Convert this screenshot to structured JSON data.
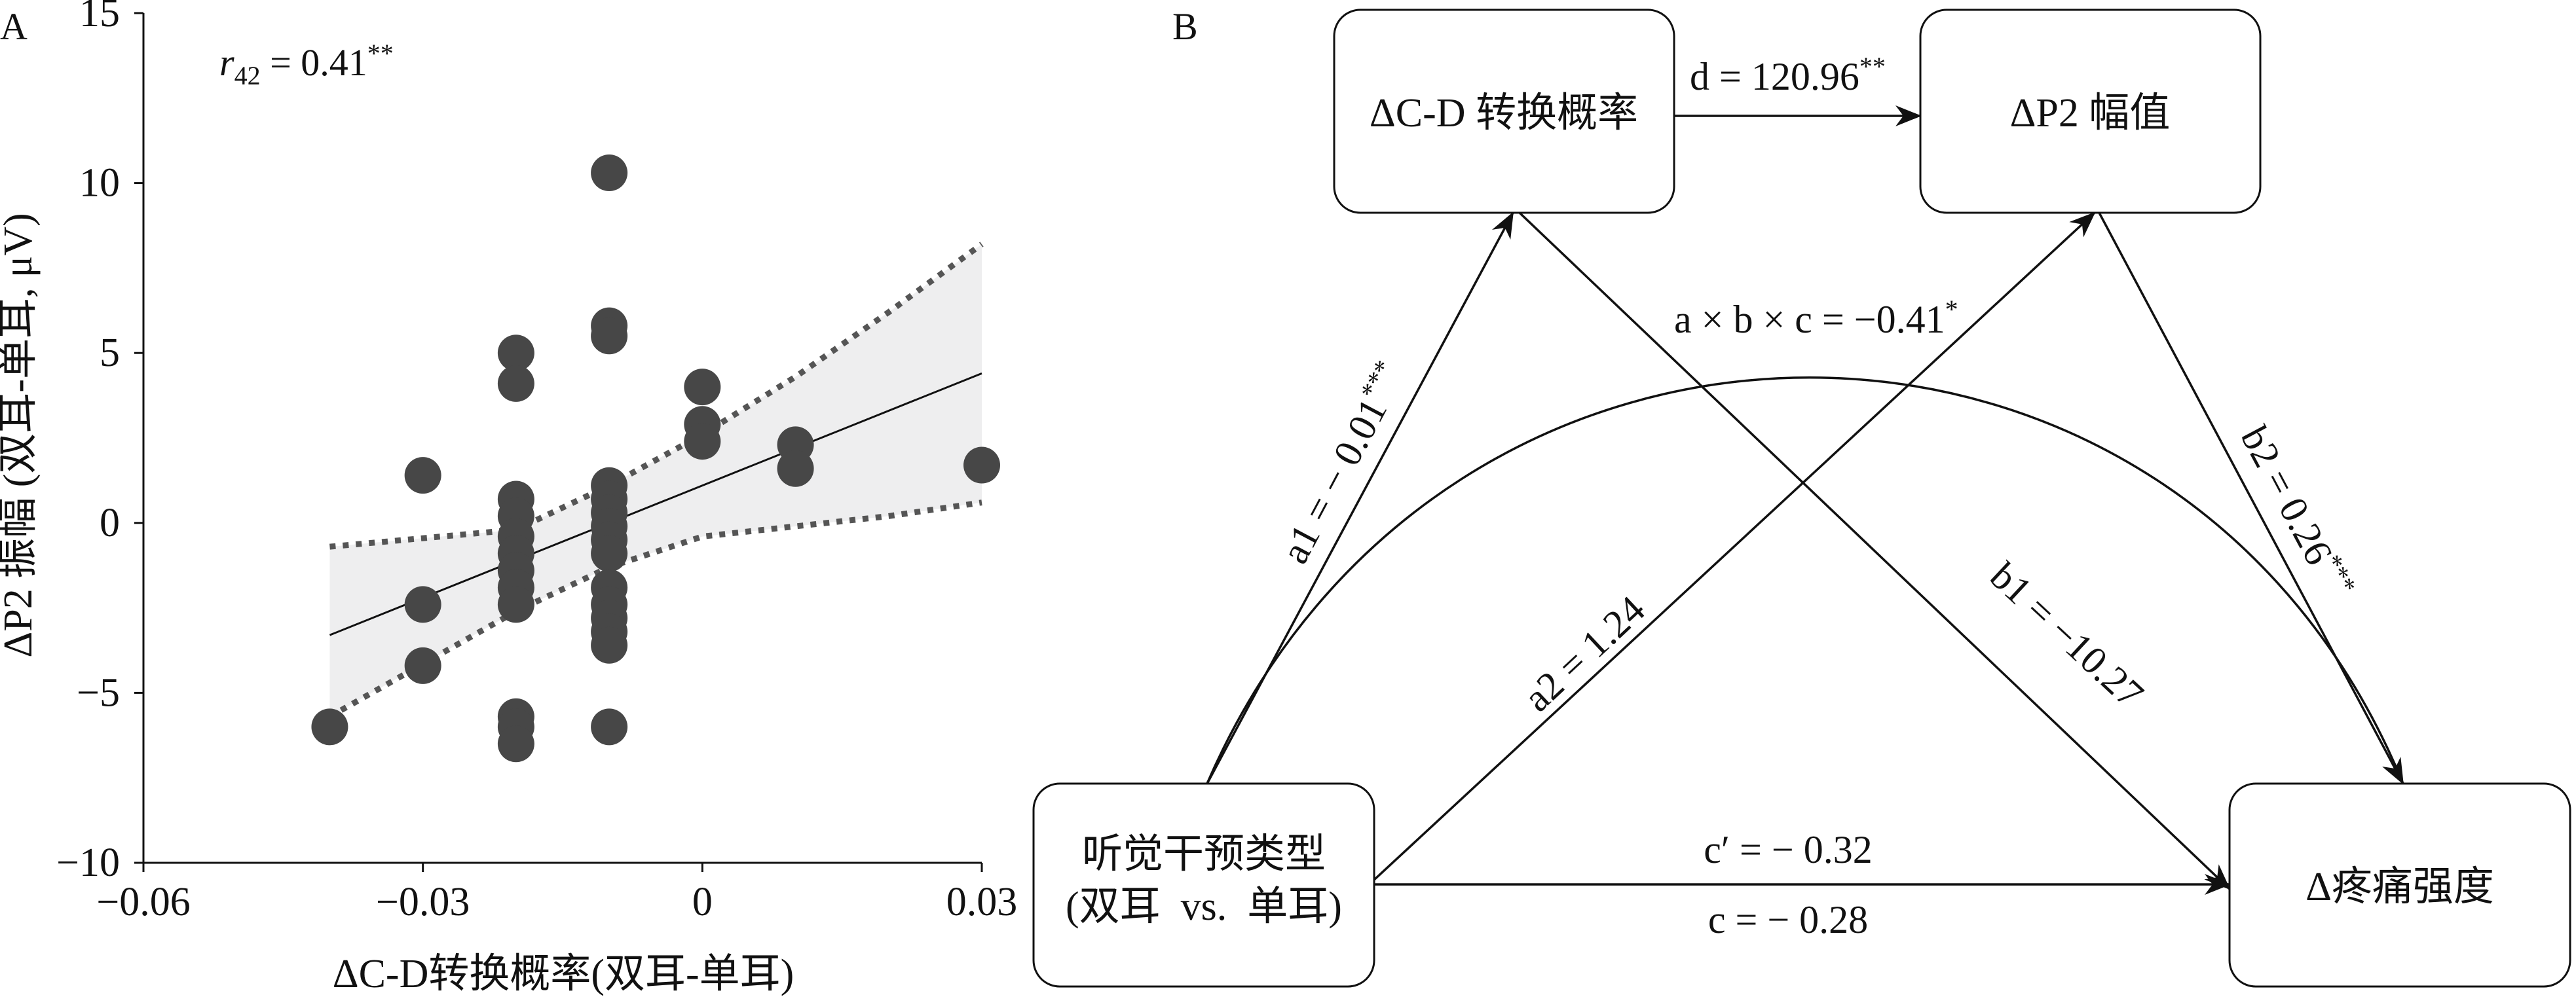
{
  "panel_a": {
    "label": "A",
    "stat_r": "r",
    "stat_sub": "42",
    "stat_value": " = 0.41",
    "stat_sig": "**",
    "xlabel": "ΔC-D转换概率(双耳-单耳)",
    "ylabel": "ΔP2 振幅 (双耳-单耳, μV)"
  },
  "panel_b": {
    "label": "B",
    "nodes": {
      "cd": "ΔC-D 转换概率",
      "p2": "ΔP2 幅值",
      "type_line1": "听觉干预类型",
      "type_line2": "(双耳  vs.  单耳)",
      "pain": "Δ疼痛强度"
    },
    "paths": {
      "d": "d = 120.96",
      "d_sig": "**",
      "abc": "a × b × c = −0.41",
      "abc_sig": "*",
      "a1": "a1 = − 0.01",
      "a1_sig": "***",
      "a2": "a2 = 1.24",
      "b1": "b1 = −10.27",
      "b2": "b2 = 0.26",
      "b2_sig": "***",
      "c_prime": "c′ = − 0.32",
      "c": "c = − 0.28"
    }
  },
  "chart_data": {
    "type": "scatter",
    "title": "",
    "xlabel": "ΔC-D转换概率(双耳-单耳)",
    "ylabel": "ΔP2 振幅 (双耳-单耳, μV)",
    "xlim": [
      -0.06,
      0.03
    ],
    "ylim": [
      -10,
      15
    ],
    "xticks": [
      -0.06,
      -0.03,
      0,
      0.03
    ],
    "xtick_labels": [
      "−0.06",
      "−0.03",
      "0",
      "0.03"
    ],
    "yticks": [
      -10,
      -5,
      0,
      5,
      10,
      15
    ],
    "ytick_labels": [
      "−10",
      "−5",
      "0",
      "5",
      "10",
      "15"
    ],
    "grid": false,
    "annotation": "r42 = 0.41**",
    "points": [
      {
        "x": -0.04,
        "y": -6.0
      },
      {
        "x": -0.03,
        "y": 1.4
      },
      {
        "x": -0.03,
        "y": -2.4
      },
      {
        "x": -0.03,
        "y": -4.2
      },
      {
        "x": -0.02,
        "y": 5.0
      },
      {
        "x": -0.02,
        "y": 4.1
      },
      {
        "x": -0.02,
        "y": 0.7
      },
      {
        "x": -0.02,
        "y": 0.2
      },
      {
        "x": -0.02,
        "y": -0.4
      },
      {
        "x": -0.02,
        "y": -0.9
      },
      {
        "x": -0.02,
        "y": -1.4
      },
      {
        "x": -0.02,
        "y": -1.9
      },
      {
        "x": -0.02,
        "y": -2.4
      },
      {
        "x": -0.02,
        "y": -5.7
      },
      {
        "x": -0.02,
        "y": -6.0
      },
      {
        "x": -0.02,
        "y": -6.5
      },
      {
        "x": -0.01,
        "y": 10.3
      },
      {
        "x": -0.01,
        "y": 5.8
      },
      {
        "x": -0.01,
        "y": 5.5
      },
      {
        "x": -0.01,
        "y": 1.1
      },
      {
        "x": -0.01,
        "y": 0.7
      },
      {
        "x": -0.01,
        "y": 0.3
      },
      {
        "x": -0.01,
        "y": -0.1
      },
      {
        "x": -0.01,
        "y": -0.5
      },
      {
        "x": -0.01,
        "y": -0.9
      },
      {
        "x": -0.01,
        "y": -1.9
      },
      {
        "x": -0.01,
        "y": -2.4
      },
      {
        "x": -0.01,
        "y": -2.8
      },
      {
        "x": -0.01,
        "y": -3.2
      },
      {
        "x": -0.01,
        "y": -3.6
      },
      {
        "x": -0.01,
        "y": -6.0
      },
      {
        "x": 0.0,
        "y": 4.0
      },
      {
        "x": 0.0,
        "y": 2.9
      },
      {
        "x": 0.0,
        "y": 2.4
      },
      {
        "x": 0.01,
        "y": 2.3
      },
      {
        "x": 0.01,
        "y": 1.6
      },
      {
        "x": 0.03,
        "y": 1.7
      }
    ],
    "fit_line": {
      "x": [
        -0.04,
        0.03
      ],
      "y": [
        -3.3,
        4.4
      ]
    },
    "ci_upper": {
      "x": [
        -0.04,
        -0.02,
        -0.01,
        0.0,
        0.01,
        0.02,
        0.03
      ],
      "y": [
        -0.7,
        -0.2,
        1.1,
        2.6,
        4.3,
        6.2,
        8.2
      ]
    },
    "ci_lower": {
      "x": [
        -0.04,
        -0.02,
        -0.01,
        0.0,
        0.01,
        0.02,
        0.03
      ],
      "y": [
        -5.7,
        -2.6,
        -1.3,
        -0.4,
        -0.1,
        0.2,
        0.6
      ]
    }
  }
}
